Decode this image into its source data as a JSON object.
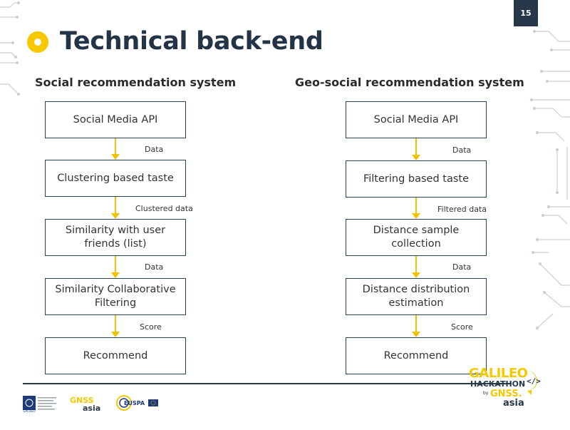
{
  "page_number": "15",
  "title": "Technical back-end",
  "left_diagram": {
    "heading": "Social recommendation system",
    "boxes": [
      "Social Media API",
      "Clustering based taste",
      "Similarity with user friends (list)",
      "Similarity Collaborative Filtering",
      "Recommend"
    ],
    "arrow_labels": [
      "Data",
      "Clustered data",
      "Data",
      "Score"
    ]
  },
  "right_diagram": {
    "heading": "Geo-social recommendation system",
    "boxes": [
      "Social Media API",
      "Filtering based taste",
      "Distance sample collection",
      "Distance distribution estimation",
      "Recommend"
    ],
    "arrow_labels": [
      "Data",
      "Filtered data",
      "Data",
      "Score"
    ]
  },
  "logos": {
    "galileo": "GALILEO",
    "gnss_asia_line1": "GNSS",
    "gnss_asia_line2": "asia",
    "euspa": "EUSPA",
    "hackathon_line1": "GALILEO",
    "hackathon_line2": "HACKATHON",
    "hackathon_by": "by",
    "hackathon_line3": "GNSS.",
    "hackathon_line4": "asia"
  },
  "colors": {
    "accent_yellow": "#f5c800",
    "navy": "#27384a",
    "box_border": "#27425e"
  }
}
